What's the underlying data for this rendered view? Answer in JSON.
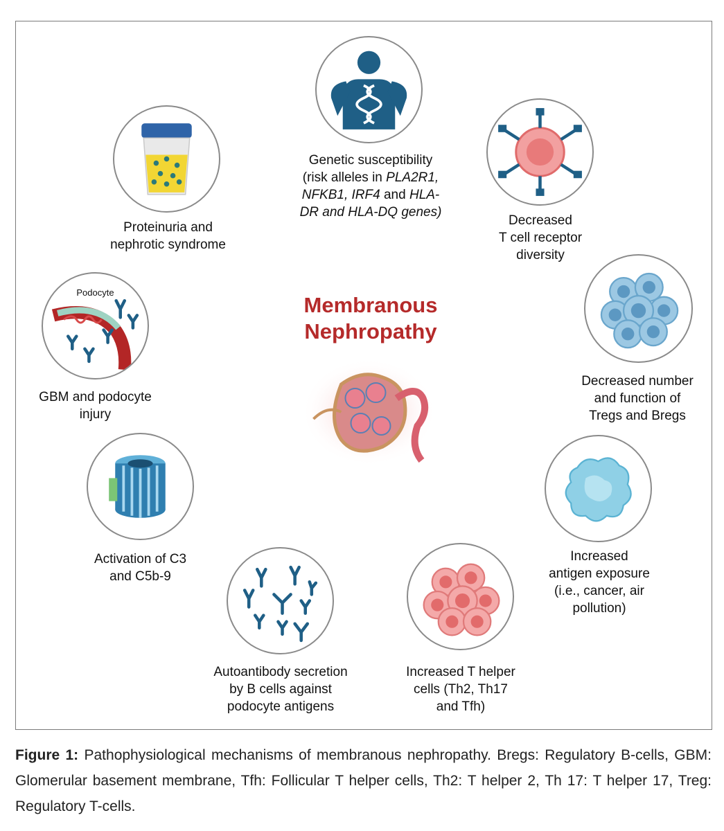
{
  "title_lines": [
    "Membranous",
    "Nephropathy"
  ],
  "nodes": {
    "genetic": {
      "line1": "Genetic susceptibility",
      "line2_pre": "(risk alleles in ",
      "line2_it": "PLA2R1,",
      "line3_it1": "NFKB1, IRF4",
      "line3_mid": " and ",
      "line3_it2": "HLA-",
      "line4_it": "DR and HLA-DQ genes)"
    },
    "tcr": {
      "lines": [
        "Decreased",
        "T cell receptor",
        "diversity"
      ]
    },
    "tregs": {
      "lines": [
        "Decreased number",
        "and function of",
        "Tregs and Bregs"
      ]
    },
    "antigen": {
      "lines": [
        "Increased",
        "antigen exposure",
        "(i.e., cancer, air",
        "pollution)"
      ]
    },
    "thelper": {
      "lines": [
        "Increased T helper",
        "cells (Th2, Th17",
        "and Tfh)"
      ]
    },
    "autoantibody": {
      "lines": [
        "Autoantibody secretion",
        "by B cells against",
        "podocyte antigens"
      ]
    },
    "complement": {
      "lines": [
        "Activation of C3",
        "and C5b-9"
      ]
    },
    "gbm": {
      "lines": [
        "GBM and podocyte",
        "injury"
      ],
      "icon_text": "Podocyte"
    },
    "proteinuria": {
      "lines": [
        "Proteinuria and",
        "nephrotic syndrome"
      ]
    }
  },
  "caption": {
    "label": "Figure 1:",
    "text": " Pathophysiological mechanisms of membranous nephropathy. Bregs: Regulatory B-cells, GBM: Glomerular basement membrane, Tfh: Follicular T helper cells, Th2: T helper 2, Th 17: T helper 17, Treg: Regulatory T-cells."
  },
  "colors": {
    "title": "#b52a2a",
    "blue": "#1f5f86",
    "red": "#e87a7a",
    "lightblue": "#9cc8e3"
  },
  "icons": [
    "person-dna-icon",
    "t-cell-icon",
    "treg-cluster-icon",
    "antigen-blob-icon",
    "t-helper-cluster-icon",
    "antibodies-icon",
    "c5b9-pore-icon",
    "podocyte-gbm-icon",
    "urine-cup-icon",
    "kidney-icon"
  ]
}
